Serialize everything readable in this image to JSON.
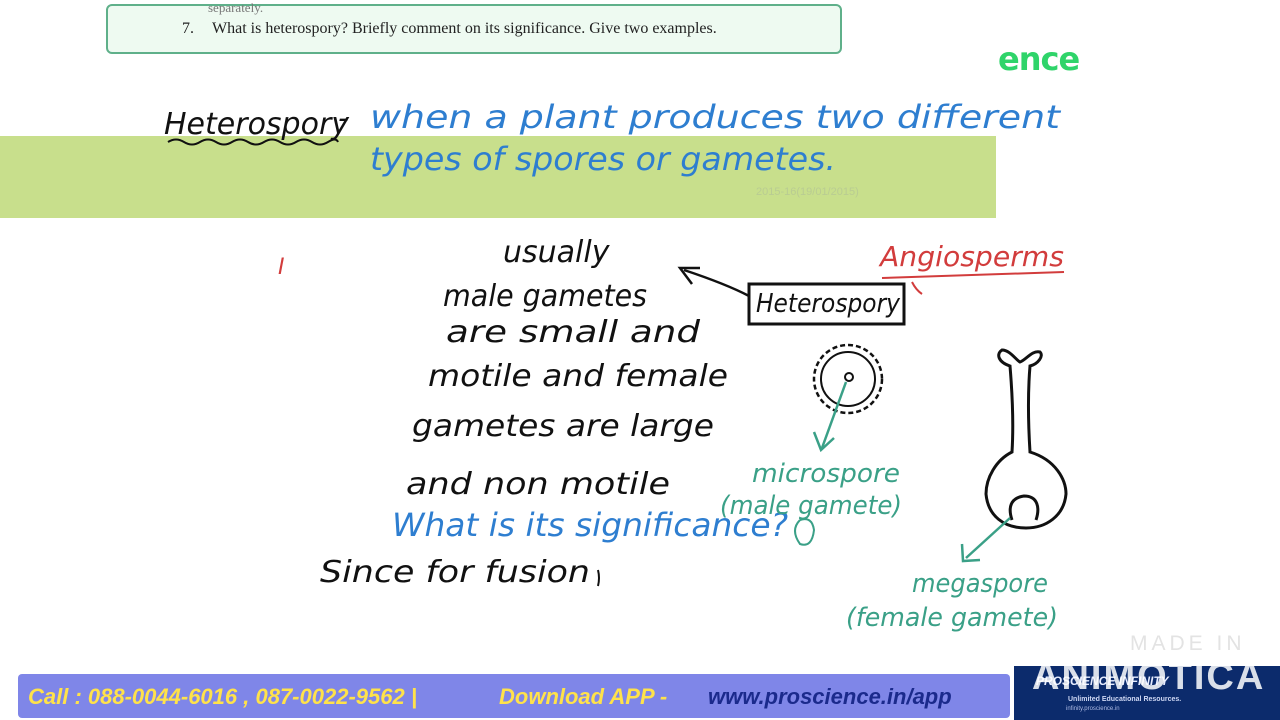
{
  "question": {
    "cut_text": "separately.",
    "number": "7.",
    "text": "What is heterospory? Briefly comment on its significance. Give two examples."
  },
  "header_fragment": "ence",
  "band_date": "2015-16(19/01/2015)",
  "notes": {
    "term": "Heterospory",
    "dash": "-",
    "definition_line1": "when a plant produces two different",
    "definition_line2": "types of spores or gametes.",
    "stray_mark": "I",
    "body_lines": [
      "usually",
      "male gametes",
      "are small and",
      "motile and female",
      "gametes are large",
      "and non motile"
    ],
    "question_note": "What is its significance?",
    "answer_start": "Since for fusion"
  },
  "diagram": {
    "boxed_label": "Heterospory",
    "category": "Angiosperms",
    "microspore": "microspore",
    "microspore_sub": "(male gamete)",
    "megaspore": "megaspore",
    "megaspore_sub": "(female gamete)"
  },
  "footer": {
    "call": "Call : 088-0044-6016 , 087-0022-9562 |",
    "download": "Download APP -",
    "url": "www.proscience.in/app"
  },
  "logo": {
    "brand": "PROSCIENCE INFINITY",
    "tagline1": "Unlimited Educational Resources.",
    "tagline2": "infinity.proscience.in"
  },
  "watermark": {
    "line1": "MADE IN",
    "line2": "ANIMOTICA"
  },
  "colors": {
    "blue_ink": "#2e7ed0",
    "black_ink": "#111111",
    "red_ink": "#d23c3c",
    "teal_ink": "#3aa087",
    "band": "#c8df8c"
  }
}
